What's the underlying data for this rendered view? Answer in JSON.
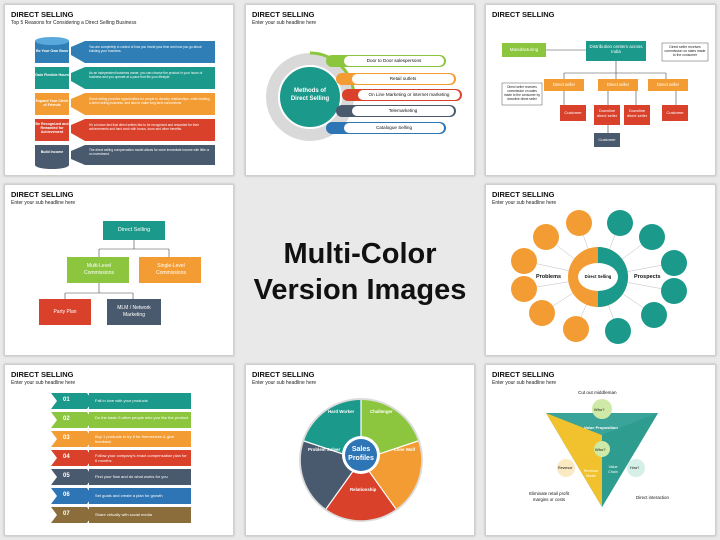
{
  "center_title": {
    "line1": "Multi-Color",
    "line2": "Version Images"
  },
  "colors": {
    "teal": "#1b998b",
    "green": "#8cc63f",
    "orange": "#f39c33",
    "red": "#d9412b",
    "slate": "#4a5a6e",
    "blue": "#2e75b6",
    "yellow": "#f2c12e"
  },
  "slides": [
    {
      "title": "DIRECT SELLING",
      "subtitle": "Top 5 Reasons for Considering a Direct Selling Business",
      "labels": [
        "Be Your Own Boss",
        "Gain Flexible Hours",
        "Expand Your Circle of Friends",
        "Be Recognized and Rewarded for Achievement",
        "Build Income"
      ],
      "texts": [
        "You are completely in control of how you invest your time and how you go about building your business.",
        "As an independent business owner, you can choose the product in your hours of business and you operate at a pace that fits your lifestyle.",
        "Direct selling provides opportunities for people to develop relationships, while building a direct selling business, and also to make long-term connections.",
        "It's a known fact that direct sellers like to be recognized and rewarded for their achievements and hard work with bonus, tours and other benefits.",
        "The direct selling compensation model allows for more immediate income with little or no investment."
      ]
    },
    {
      "title": "DIRECT SELLING",
      "subtitle": "Enter your sub headline here",
      "center": "Methods of Direct Selling",
      "items": [
        "Door to Door salespersons",
        "Retail outlets",
        "On Line Marketing or internet marketing",
        "Telemarketing",
        "Catalogue Selling"
      ]
    },
    {
      "title": "DIRECT SELLING",
      "subtitle": "",
      "boxes": [
        "Manufacturing",
        "Distribution centers across India",
        "Direct seller",
        "Direct seller",
        "Direct seller",
        "Customer",
        "Downline direct seller",
        "Downline direct seller",
        "Customer",
        "Customer"
      ],
      "notes": [
        "Direct seller receives commission on sales made to the consumer",
        "Direct seller receives commission on sales made to the consumer by downline direct seller"
      ]
    },
    {
      "title": "DIRECT SELLING",
      "subtitle": "Enter your sub headline here",
      "top": "Direct Selling",
      "level2": [
        "Multi-Level Commissions",
        "Single-Level Commissions"
      ],
      "level3": [
        "Party Plan",
        "MLM / Network Marketing"
      ]
    },
    {
      "title": "DIRECT SELLING",
      "subtitle": "Enter your sub headline here",
      "center": "Direct Selling",
      "left_label": "Problems",
      "right_label": "Prospects"
    },
    {
      "title": "DIRECT SELLING",
      "subtitle": "Enter your sub headline here",
      "steps": [
        {
          "num": "01",
          "text": "Fall in love with your products"
        },
        {
          "num": "02",
          "text": "Do the basic 5 other people who you like the product"
        },
        {
          "num": "03",
          "text": "Buy 1 products to try it for themselves & give feedback"
        },
        {
          "num": "04",
          "text": "Follow your company's exact compensation plan for 6 months"
        },
        {
          "num": "05",
          "text": "Find your flow and do what works for you"
        },
        {
          "num": "06",
          "text": "Set goals and create a plan for growth"
        },
        {
          "num": "07",
          "text": "Share virtually with social media"
        }
      ]
    },
    {
      "title": "DIRECT SELLING",
      "subtitle": "Enter your sub headline here",
      "center": "Sales Profiles",
      "segments": [
        "Hard Worker",
        "Challenger",
        "Lone Wolf",
        "Relationship",
        "Problem Solver"
      ]
    },
    {
      "title": "DIRECT SELLING",
      "subtitle": "Enter your sub headline here",
      "labels": [
        "Cut out middleman",
        "Who?",
        "Value Proposition",
        "Who?",
        "Revenue",
        "Revenue Model",
        "Value Chain",
        "How?",
        "Eliminate retail profit margins or costs",
        "Direct interaction"
      ]
    }
  ]
}
